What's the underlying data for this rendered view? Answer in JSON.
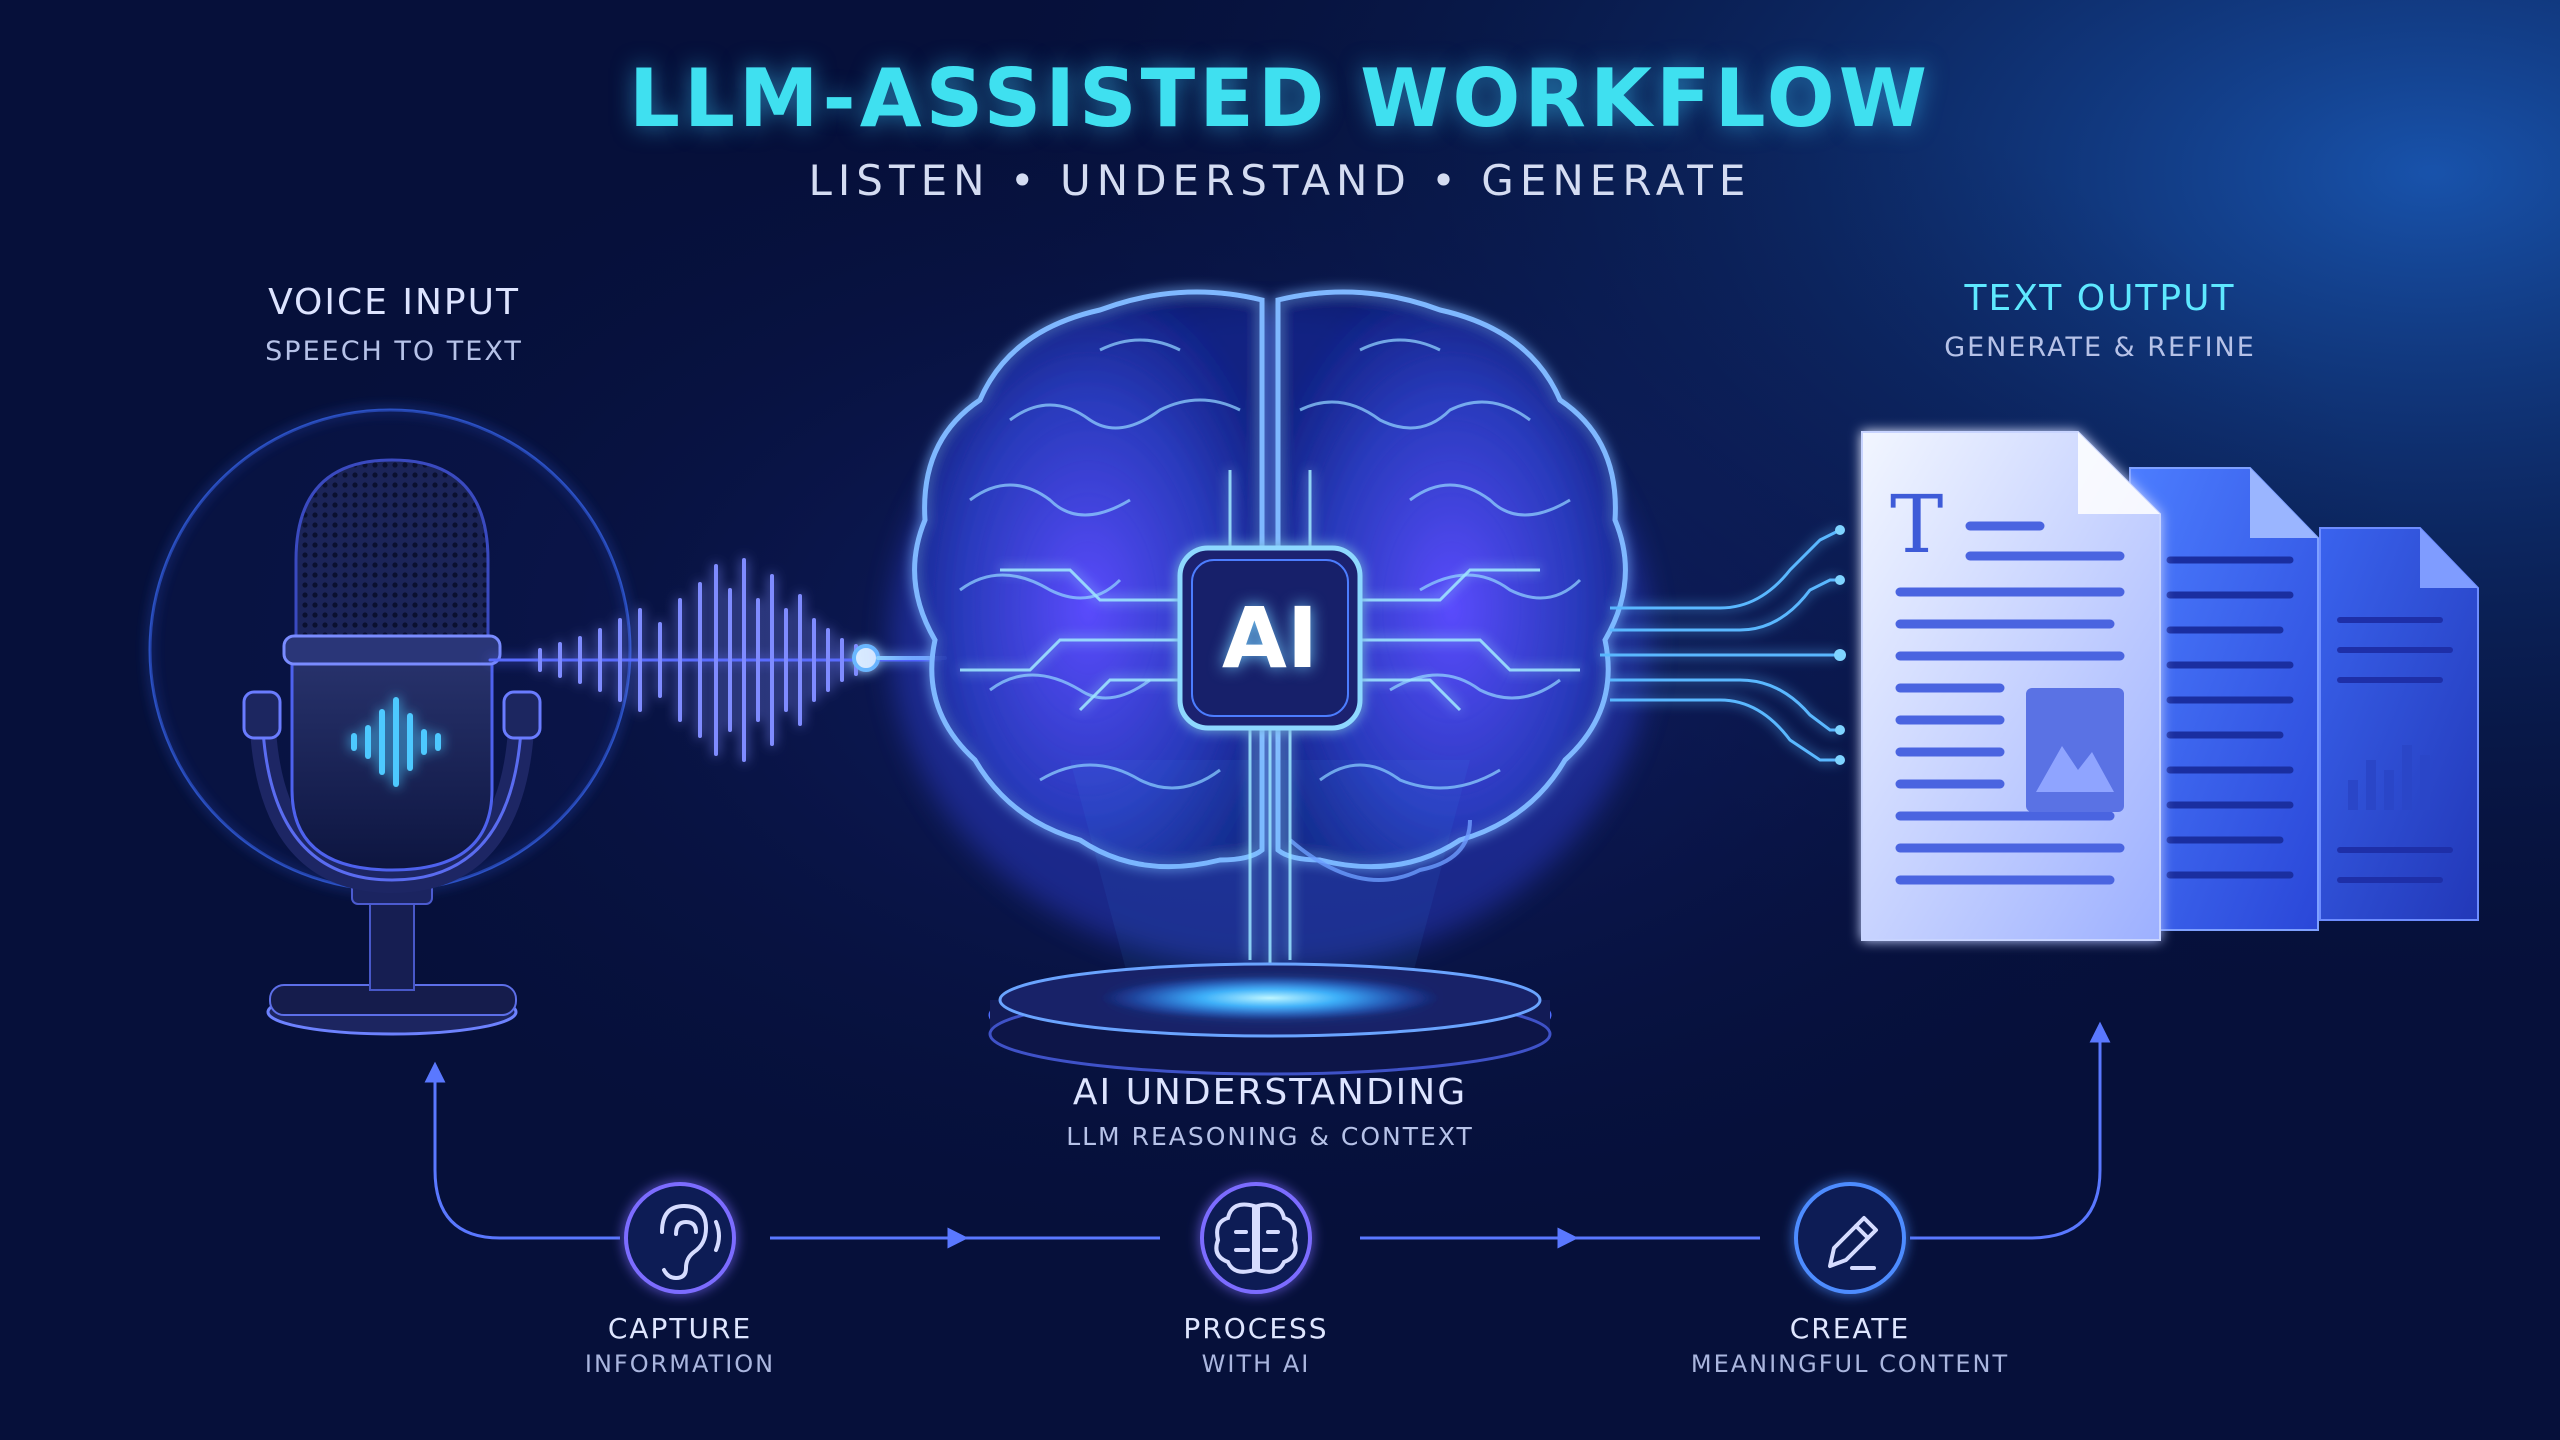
{
  "title": "LLM-ASSISTED WORKFLOW",
  "subtitle": "LISTEN • UNDERSTAND • GENERATE",
  "voice_input": {
    "title": "VOICE INPUT",
    "subtitle": "SPEECH TO TEXT"
  },
  "ai_understanding": {
    "badge": "AI",
    "title": "AI UNDERSTANDING",
    "subtitle": "LLM REASONING & CONTEXT"
  },
  "text_output": {
    "title": "TEXT OUTPUT",
    "subtitle": "GENERATE & REFINE",
    "doc_glyph": "T"
  },
  "steps": [
    {
      "title": "CAPTURE",
      "subtitle": "INFORMATION",
      "icon": "ear-icon"
    },
    {
      "title": "PROCESS",
      "subtitle": "WITH AI",
      "icon": "brain-icon"
    },
    {
      "title": "CREATE",
      "subtitle": "MEANINGFUL CONTENT",
      "icon": "pencil-icon"
    }
  ],
  "colors": {
    "background": "#06103a",
    "title": "#3fe0f0",
    "accent_blue": "#3f7dff",
    "accent_cyan": "#5ee8ff",
    "accent_violet": "#8a7bff"
  }
}
